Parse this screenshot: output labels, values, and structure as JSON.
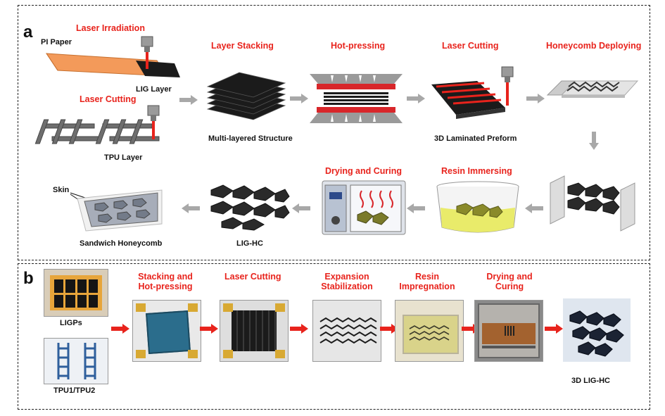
{
  "panel_a": {
    "letter": "a",
    "labels": {
      "laser_irradiation": "Laser Irradiation",
      "pi_paper": "PI Paper",
      "lig_layer": "LIG Layer",
      "laser_cutting_1": "Laser Cutting",
      "tpu_layer": "TPU Layer",
      "layer_stacking": "Layer Stacking",
      "multi_layered": "Multi-layered Structure",
      "hot_pressing": "Hot-pressing",
      "laser_cutting_2": "Laser Cutting",
      "laminated_preform": "3D Laminated Preform",
      "honeycomb_deploying": "Honeycomb Deploying",
      "drying_curing": "Drying and Curing",
      "resin_immersing": "Resin Immersing",
      "skin": "Skin",
      "sandwich_honeycomb": "Sandwich Honeycomb",
      "lig_hc": "LIG-HC"
    }
  },
  "panel_b": {
    "letter": "b",
    "labels": {
      "ligps": "LIGPs",
      "tpu": "TPU1/TPU2",
      "stacking_line1": "Stacking and",
      "stacking_line2": "Hot-pressing",
      "laser_cutting": "Laser Cutting",
      "expansion_line1": "Expansion",
      "expansion_line2": "Stabilization",
      "resin_line1": "Resin",
      "resin_line2": "Impregnation",
      "drying_line1": "Drying and",
      "drying_line2": "Curing",
      "lig_hc_3d": "3D LIG-HC"
    }
  },
  "colors": {
    "accent_red": "#e8231c",
    "pi_orange": "#f39a5a",
    "lig_black": "#1b1b1b",
    "arrow_gray": "#a8a8a8",
    "resin_yellow": "#e9eb6a"
  }
}
